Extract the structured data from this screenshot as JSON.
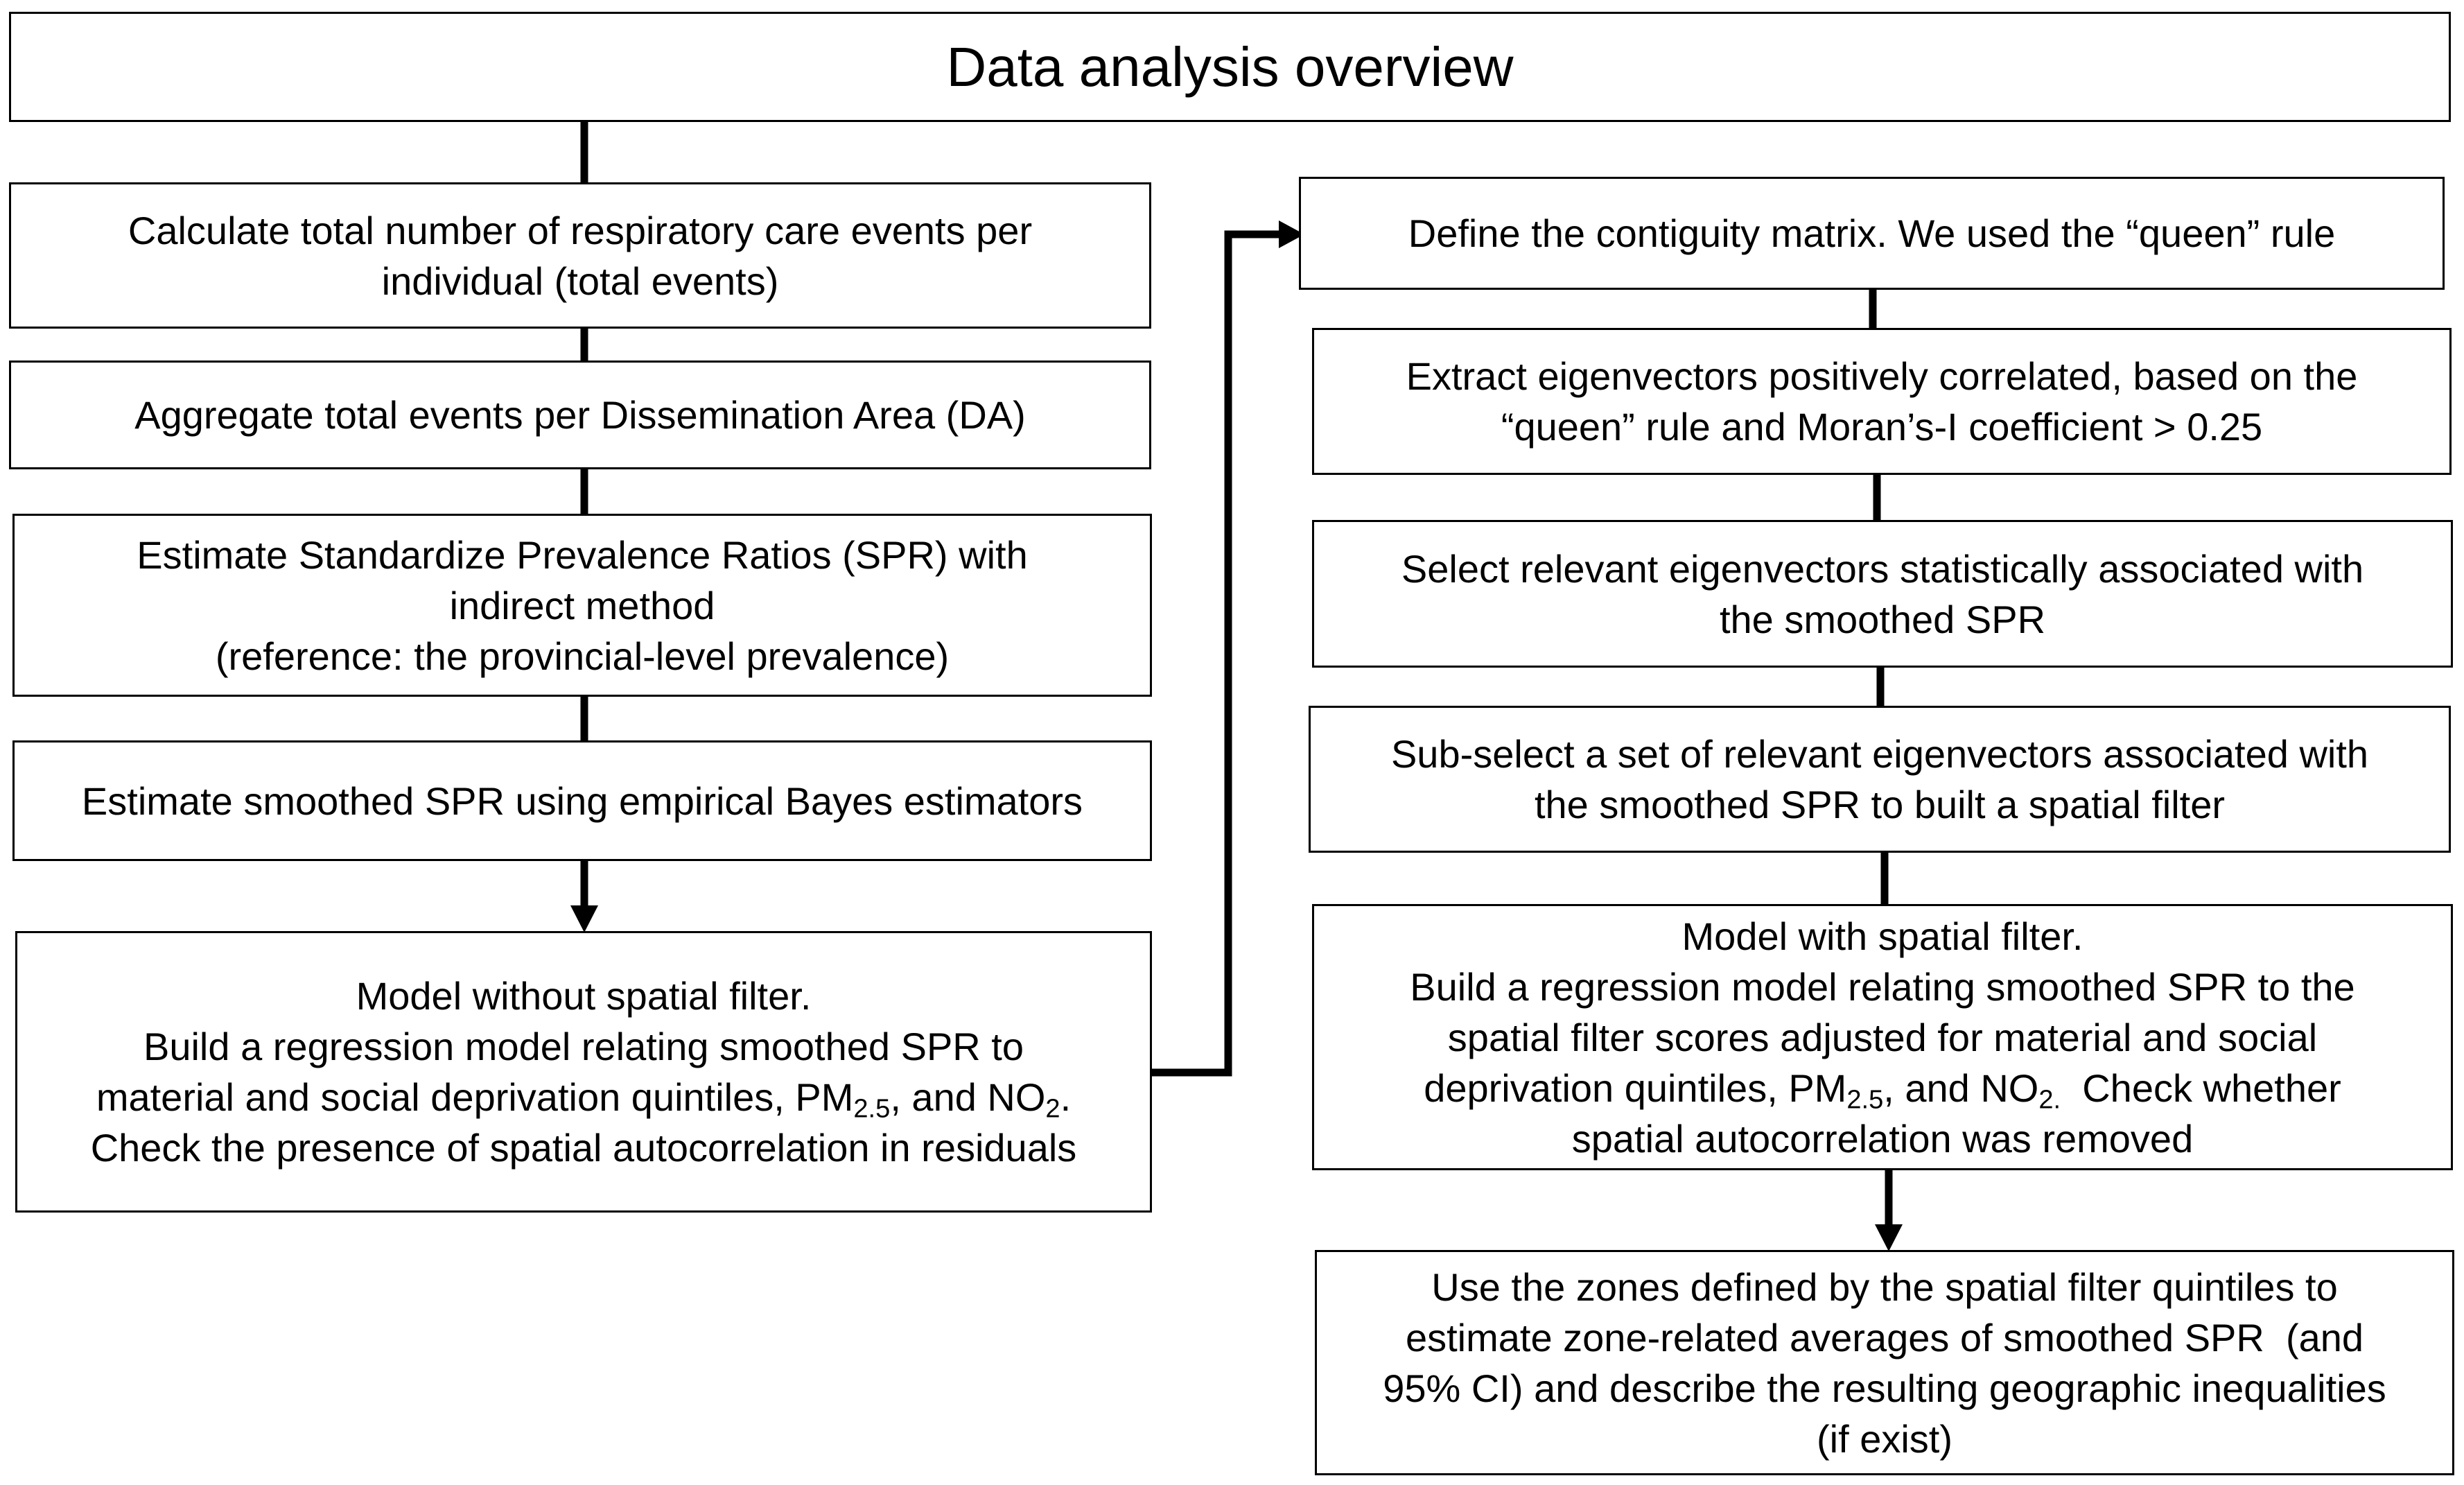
{
  "title": "Data analysis overview",
  "left": {
    "step1": [
      "Calculate total number of respiratory care events per",
      "individual (total events)"
    ],
    "step2": [
      "Aggregate total events per Dissemination Area (DA)"
    ],
    "step3": [
      "Estimate Standardize Prevalence Ratios (SPR) with",
      "indirect method",
      "(reference: the provincial-level prevalence)"
    ],
    "step4": [
      "Estimate smoothed SPR using empirical Bayes estimators"
    ],
    "step5": {
      "line1": "Model without spatial filter.",
      "line2": "Build a regression model relating smoothed SPR to",
      "line3_pre": "material and social deprivation quintiles, PM",
      "line3_sub1": "2.5",
      "line3_mid": ", and NO",
      "line3_sub2": "2",
      "line3_post": ".",
      "line4": "Check the presence of spatial autocorrelation in residuals"
    }
  },
  "right": {
    "step1": [
      "Define the contiguity matrix. We used the “queen” rule"
    ],
    "step2": [
      "Extract eigenvectors positively correlated, based on the",
      "“queen” rule and Moran’s-I coefficient > 0.25"
    ],
    "step3": [
      "Select relevant eigenvectors statistically associated with",
      "the smoothed SPR"
    ],
    "step4": [
      "Sub-select a set of relevant eigenvectors associated with",
      "the smoothed SPR to built a spatial filter"
    ],
    "step5": {
      "line1": "Model with spatial filter.",
      "line2": "Build a regression model relating smoothed SPR to the",
      "line3": "spatial filter scores adjusted for material and social",
      "line4_pre": "deprivation quintiles, PM",
      "line4_sub1": "2.5",
      "line4_mid": ", and NO",
      "line4_sub2": "2.",
      "line4_post": "  Check whether",
      "line5": "spatial autocorrelation was removed"
    },
    "step6": [
      "Use the zones defined by the spatial filter quintiles to",
      "estimate zone-related averages of smoothed SPR  (and",
      "95% CI) and describe the resulting geographic inequalities",
      "(if exist)"
    ]
  }
}
